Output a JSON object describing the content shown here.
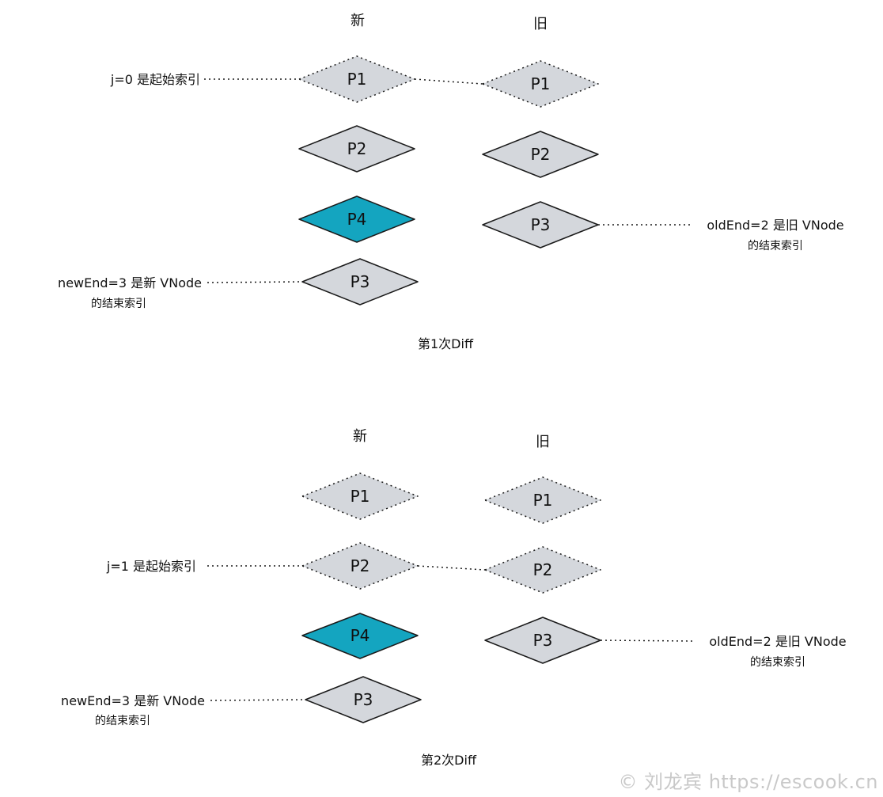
{
  "colors": {
    "node_fill": "#d4d7dc",
    "highlight_fill": "#14a5c0",
    "stroke": "#1a1a1a"
  },
  "panels": [
    {
      "caption": "第1次Diff",
      "col_new": "新",
      "col_old": "旧",
      "new_nodes": [
        {
          "label": "P1",
          "style": "dashed"
        },
        {
          "label": "P2",
          "style": "solid"
        },
        {
          "label": "P4",
          "style": "highlight"
        },
        {
          "label": "P3",
          "style": "solid"
        }
      ],
      "old_nodes": [
        {
          "label": "P1",
          "style": "dashed"
        },
        {
          "label": "P2",
          "style": "solid"
        },
        {
          "label": "P3",
          "style": "solid"
        }
      ],
      "j_label": "j=0 是起始索引",
      "new_end": {
        "line1": "newEnd=3 是新 VNode",
        "line2": "的结束索引"
      },
      "old_end": {
        "line1": "oldEnd=2 是旧 VNode",
        "line2": "的结束索引"
      }
    },
    {
      "caption": "第2次Diff",
      "col_new": "新",
      "col_old": "旧",
      "new_nodes": [
        {
          "label": "P1",
          "style": "dashed"
        },
        {
          "label": "P2",
          "style": "dashed"
        },
        {
          "label": "P4",
          "style": "highlight"
        },
        {
          "label": "P3",
          "style": "solid"
        }
      ],
      "old_nodes": [
        {
          "label": "P1",
          "style": "dashed"
        },
        {
          "label": "P2",
          "style": "dashed"
        },
        {
          "label": "P3",
          "style": "solid"
        }
      ],
      "j_label": "j=1 是起始索引",
      "new_end": {
        "line1": "newEnd=3 是新 VNode",
        "line2": "的结束索引"
      },
      "old_end": {
        "line1": "oldEnd=2 是旧 VNode",
        "line2": "的结束索引"
      }
    }
  ],
  "watermark": "© 刘龙宾 https://escook.cn"
}
